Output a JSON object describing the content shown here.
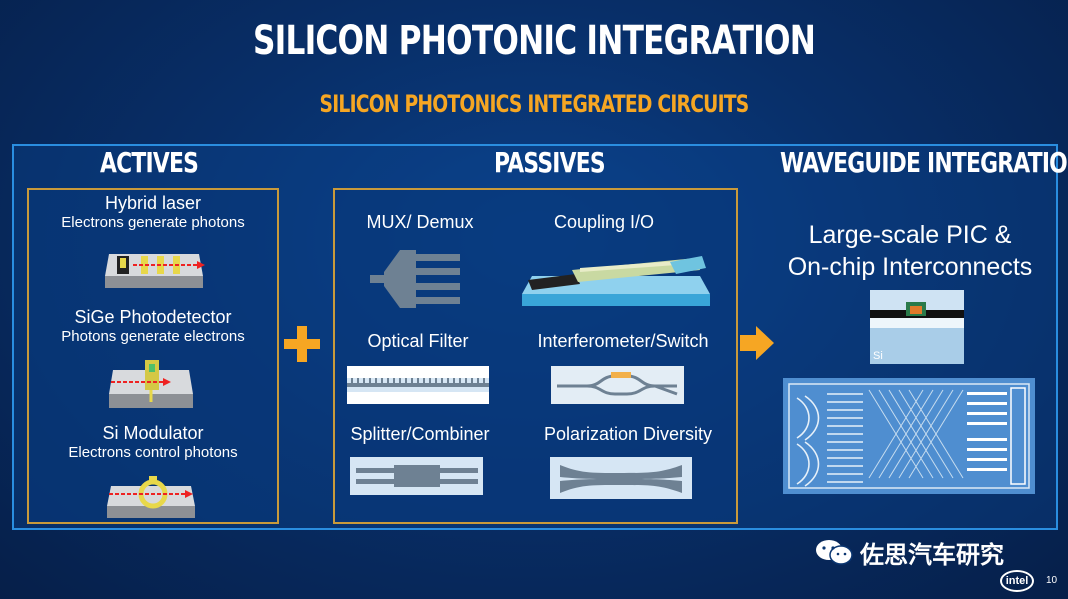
{
  "title": "SILICON PHOTONIC INTEGRATION",
  "subtitle": "SILICON PHOTONICS INTEGRATED CIRCUITS",
  "sections": {
    "actives": "ACTIVES",
    "passives": "PASSIVES",
    "waveguide": "WAVEGUIDE INTEGRATION"
  },
  "actives": [
    {
      "title": "Hybrid laser",
      "desc": "Electrons generate photons"
    },
    {
      "title": "SiGe Photodetector",
      "desc": "Photons generate electrons"
    },
    {
      "title": "Si Modulator",
      "desc": "Electrons control photons"
    }
  ],
  "passives": [
    {
      "label": "MUX/ Demux"
    },
    {
      "label": "Coupling I/O"
    },
    {
      "label": "Optical Filter"
    },
    {
      "label": "Interferometer/Switch"
    },
    {
      "label": "Splitter/Combiner"
    },
    {
      "label": "Polarization Diversity"
    }
  ],
  "waveguide": {
    "line1": "Large-scale PIC &",
    "line2": "On-chip Interconnects",
    "si_label": "Si"
  },
  "watermark": "佐思汽车研究",
  "logo": "intel",
  "page_number": "10",
  "colors": {
    "accent_orange": "#f6a623",
    "frame_blue": "#2a8ee0",
    "box_gold": "#c99a3b"
  }
}
